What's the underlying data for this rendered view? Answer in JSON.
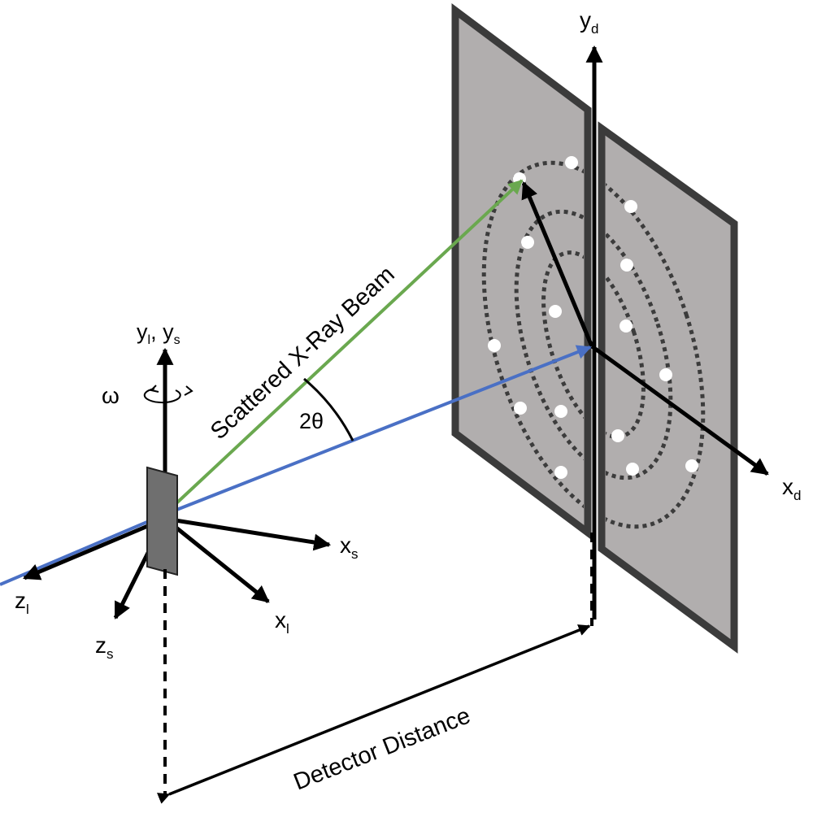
{
  "colors": {
    "panel_fill": "#b1aeae",
    "panel_border": "#3b3b3b",
    "sample_fill": "#6f6f6f",
    "scattered_beam": "#6aa84f",
    "direct_beam": "#4a70c5",
    "ring_dots": "#3c3c3c",
    "spot": "#ffffff"
  },
  "labels": {
    "lab_sample_y": {
      "base": "y",
      "sub1": "l",
      "sep": ", y",
      "sub2": "s"
    },
    "omega": "ω",
    "x_s": {
      "base": "x",
      "sub": "s"
    },
    "x_l": {
      "base": "x",
      "sub": "l"
    },
    "z_l": {
      "base": "z",
      "sub": "l"
    },
    "z_s": {
      "base": "z",
      "sub": "s"
    },
    "y_d": {
      "base": "y",
      "sub": "d"
    },
    "x_d": {
      "base": "x",
      "sub": "d"
    },
    "scattered_beam": "Scattered X-Ray Beam",
    "two_theta": "2θ",
    "detector_distance": "Detector Distance"
  }
}
